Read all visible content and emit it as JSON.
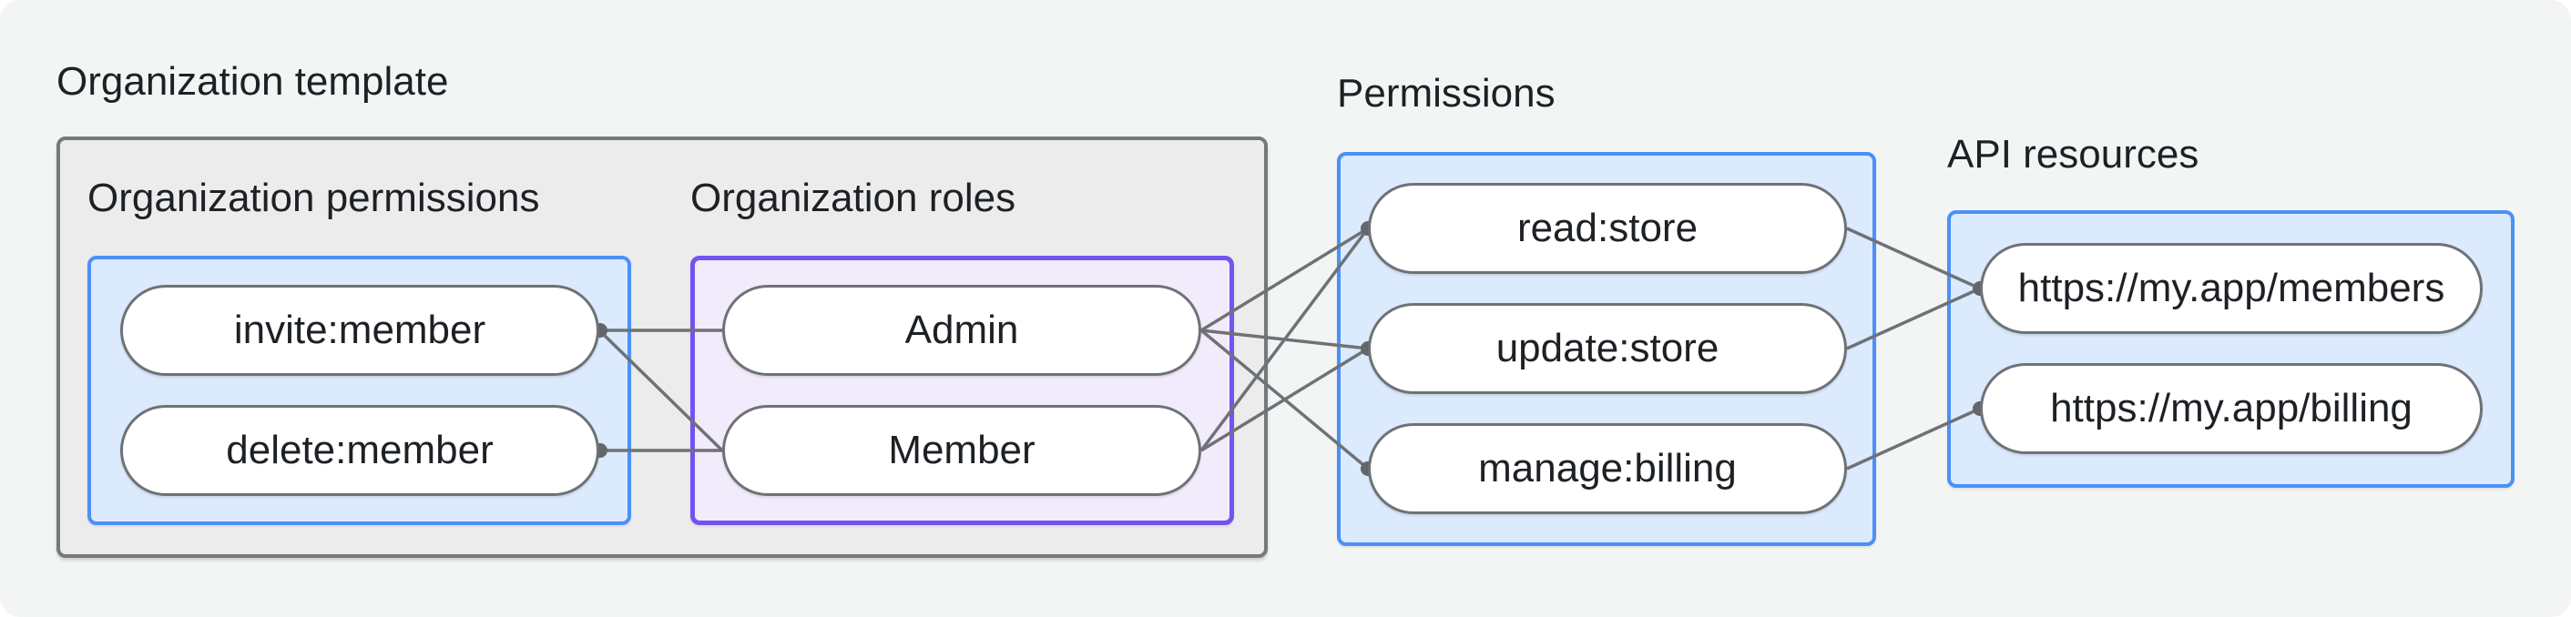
{
  "diagram": {
    "organization_template": {
      "label": "Organization template",
      "organization_permissions": {
        "label": "Organization permissions",
        "items": [
          "invite:member",
          "delete:member"
        ]
      },
      "organization_roles": {
        "label": "Organization roles",
        "items": [
          "Admin",
          "Member"
        ]
      }
    },
    "permissions": {
      "label": "Permissions",
      "items": [
        "read:store",
        "update:store",
        "manage:billing"
      ]
    },
    "api_resources": {
      "label": "API resources",
      "items": [
        "https://my.app/members",
        "https://my.app/billing"
      ]
    },
    "edges": [
      {
        "from": "invite:member",
        "to": "Admin"
      },
      {
        "from": "invite:member",
        "to": "Member"
      },
      {
        "from": "delete:member",
        "to": "Member"
      },
      {
        "from": "Admin",
        "to": "read:store"
      },
      {
        "from": "Admin",
        "to": "update:store"
      },
      {
        "from": "Admin",
        "to": "manage:billing"
      },
      {
        "from": "Member",
        "to": "read:store"
      },
      {
        "from": "Member",
        "to": "update:store"
      },
      {
        "from": "read:store",
        "to": "https://my.app/members"
      },
      {
        "from": "update:store",
        "to": "https://my.app/members"
      },
      {
        "from": "manage:billing",
        "to": "https://my.app/billing"
      }
    ],
    "colors": {
      "canvas_background": "#f3f5f5",
      "template_box_fill": "#ececec",
      "template_box_border": "#76797c",
      "blue_box_fill": "#dbeafc",
      "blue_box_border": "#4b90f6",
      "purple_box_fill": "#f2ebfc",
      "purple_box_border": "#7453f0",
      "node_fill": "#ffffff",
      "node_border": "#6e7276",
      "connector_line": "#6e7276",
      "connector_dot": "#63676b",
      "text": "#1d2125"
    }
  }
}
